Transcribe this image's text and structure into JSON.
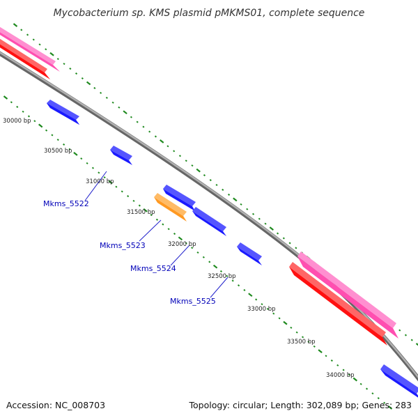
{
  "title": "Mycobacterium sp. KMS plasmid pMKMS01, complete sequence",
  "footer": {
    "accession": "Accession: NC_008703",
    "summary": "Topology: circular; Length: 302,089 bp; Genes: 283"
  },
  "colors": {
    "backbone": "#8a8a8a",
    "tick_marks": "#1f8a1f",
    "cds_blue": "#1a1aff",
    "cds_orange": "#ff9922",
    "track_red": "#ff1111",
    "track_pink": "#ff4fb0",
    "label_blue": "#0000b8"
  },
  "scale_ticks": [
    "30000 bp",
    "30500 bp",
    "31000 bp",
    "31500 bp",
    "32000 bp",
    "32500 bp",
    "33000 bp",
    "33500 bp",
    "34000 bp"
  ],
  "gene_labels": [
    "Mkms_5522",
    "Mkms_5523",
    "Mkms_5524",
    "Mkms_5525"
  ]
}
